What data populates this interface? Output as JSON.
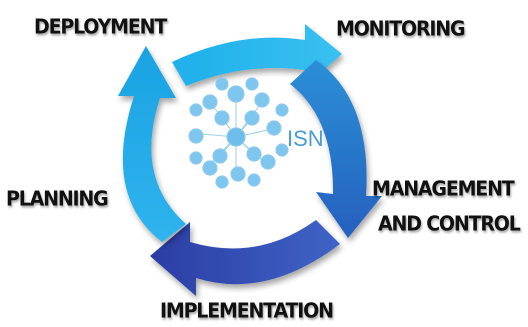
{
  "diagram": {
    "center_label": "ISN",
    "stages": {
      "deployment": "DEPLOYMENT",
      "monitoring": "MONITORING",
      "management_line1": "MANAGEMENT",
      "management_line2": "AND CONTROL",
      "planning": "PLANNING",
      "implementation": "IMPLEMENTATION"
    },
    "colors": {
      "arrow_light": "#29B6EC",
      "arrow_mid": "#2A8ED3",
      "arrow_dark": "#2F4FB4",
      "node_fill": "#7EC6EE",
      "isn_text": "#4A9BD6"
    }
  }
}
